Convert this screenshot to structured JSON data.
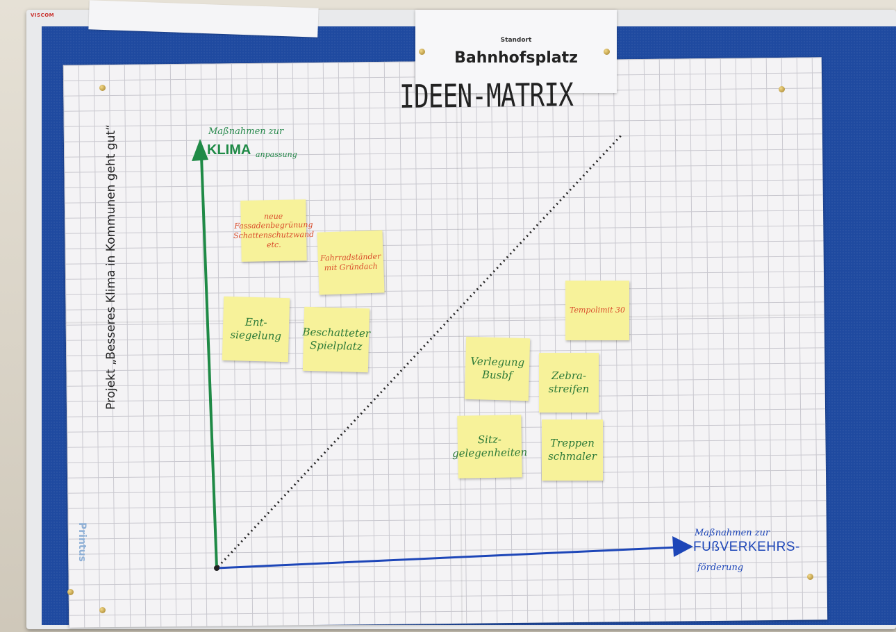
{
  "board": {
    "brand": "VISCOM",
    "site_label": "Standort",
    "site_name": "Bahnhofsplatz",
    "title": "IDEEN-MATRIX",
    "project_label": "Projekt „Besseres Klima in Kommunen geht gut“",
    "printus": "Printus"
  },
  "axes": {
    "y_prefix": "Maßnahmen zur",
    "y_main": "KLIMA",
    "y_suffix": "anpassung",
    "x_prefix": "Maßnahmen zur",
    "x_main": "FUßVERKEHRS-",
    "x_suffix": "förderung",
    "y_color": "#1f8a46",
    "x_color": "#1d46b8"
  },
  "notes": [
    {
      "text": "neue Fassadenbegrünung Schattenschutzwand etc.",
      "color": "red"
    },
    {
      "text": "Fahrradständer mit Gründach",
      "color": "red"
    },
    {
      "text": "Tempolimit 30",
      "color": "red"
    },
    {
      "text": "Ent-siegelung",
      "color": "green"
    },
    {
      "text": "Beschatteter Spielplatz",
      "color": "green"
    },
    {
      "text": "Verlegung Busbf",
      "color": "green"
    },
    {
      "text": "Zebra-streifen",
      "color": "green"
    },
    {
      "text": "Sitz-gelegenheiten",
      "color": "green"
    },
    {
      "text": "Treppen schmaler",
      "color": "green"
    }
  ]
}
